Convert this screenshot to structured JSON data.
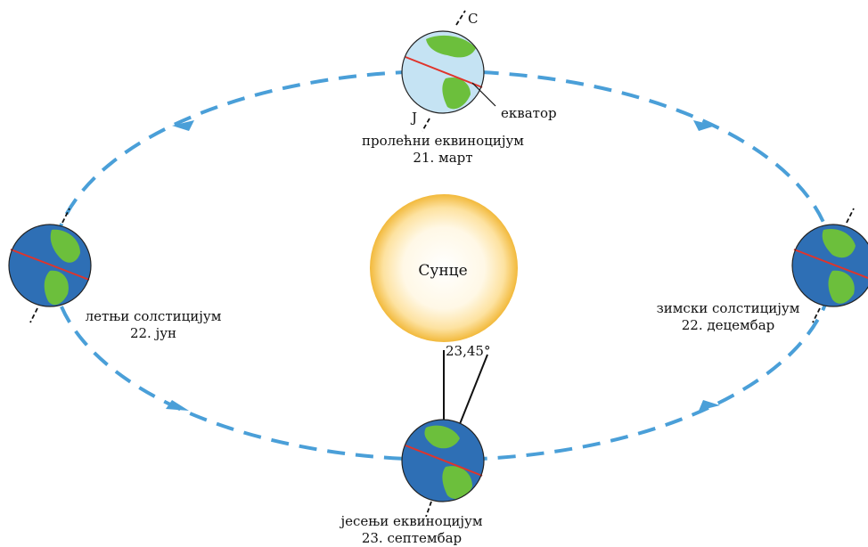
{
  "sun": {
    "label": "Сунце"
  },
  "tilt_angle": "23,45°",
  "poles": {
    "north": "С",
    "south": "Ј"
  },
  "equator_label": "екватор",
  "positions": [
    {
      "id": "spring",
      "name": "пролећни еквиноцијум",
      "date": "21. март"
    },
    {
      "id": "summer",
      "name": "летњи солстицијум",
      "date": "22. јун"
    },
    {
      "id": "autumn",
      "name": "јесењи еквиноцијум",
      "date": "23. септембар"
    },
    {
      "id": "winter",
      "name": "зимски солстицијум",
      "date": "22. децембар"
    }
  ],
  "colors": {
    "orbit": "#4a9fd8",
    "ocean_light": "#c5e3f3",
    "ocean_dark": "#2e6fb5",
    "land": "#6cbf3c",
    "equator": "#e0342b",
    "sun_core": "#ffffff",
    "sun_edge": "#f2b93b"
  }
}
